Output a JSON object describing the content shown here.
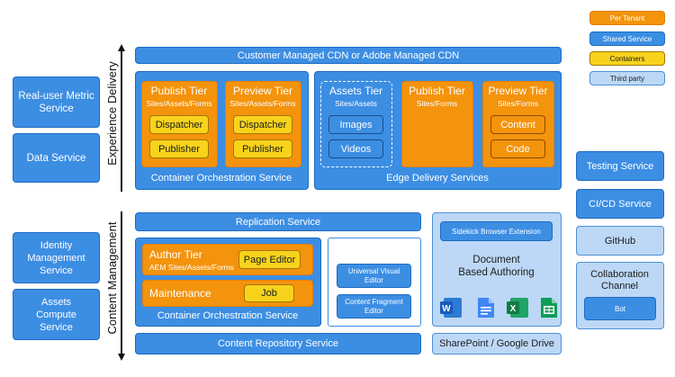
{
  "legend": {
    "per_tenant": "Per Tenant",
    "shared_service": "Shared Service",
    "containers": "Containers",
    "third_party": "Third party"
  },
  "axis": {
    "experience_delivery": "Experience Delivery",
    "content_management": "Content Management"
  },
  "left": {
    "rum": "Real-user Metric Service",
    "data": "Data Service",
    "identity": "Identity Management Service",
    "assets_compute": "Assets Compute Service"
  },
  "right": {
    "testing": "Testing Service",
    "cicd": "CI/CD Service",
    "github": "GitHub",
    "collaboration": "Collaboration Channel",
    "bot": "Bot"
  },
  "delivery": {
    "cdn": "Customer Managed CDN or Adobe Managed CDN",
    "container_orch": "Container Orchestration Service",
    "edge": "Edge Delivery Services",
    "publish_tier": {
      "title": "Publish Tier",
      "sub": "Sites/Assets/Forms",
      "items": [
        "Dispatcher",
        "Publisher"
      ]
    },
    "preview_tier": {
      "title": "Preview Tier",
      "sub": "Sites/Assets/Forms",
      "items": [
        "Dispatcher",
        "Publisher"
      ]
    },
    "assets_tier": {
      "title": "Assets Tier",
      "sub": "Sites/Assets",
      "items": [
        "Images",
        "Videos"
      ]
    },
    "edge_publish": {
      "title": "Publish Tier",
      "sub": "Sites/Forms"
    },
    "edge_preview": {
      "title": "Preview Tier",
      "sub": "Sites/Forms",
      "items": [
        "Content",
        "Code"
      ]
    }
  },
  "management": {
    "replication": "Replication Service",
    "author_tier": {
      "title": "Author Tier",
      "sub": "AEM Sites/Assets/Forms",
      "item": "Page Editor"
    },
    "maintenance": {
      "title": "Maintenance",
      "item": "Job"
    },
    "container_orch": "Container Orchestration Service",
    "universal_editor": "Universal Visual Editor",
    "fragment_editor": "Content Fragment Editor",
    "repository": "Content Repository Service",
    "sidekick": "Sidekick Browser Extension",
    "doc_authoring": "Document Based Authoring",
    "sharepoint": "SharePoint / Google Drive",
    "app_icons": [
      "word-icon",
      "docs-icon",
      "excel-icon",
      "sheets-icon"
    ]
  }
}
